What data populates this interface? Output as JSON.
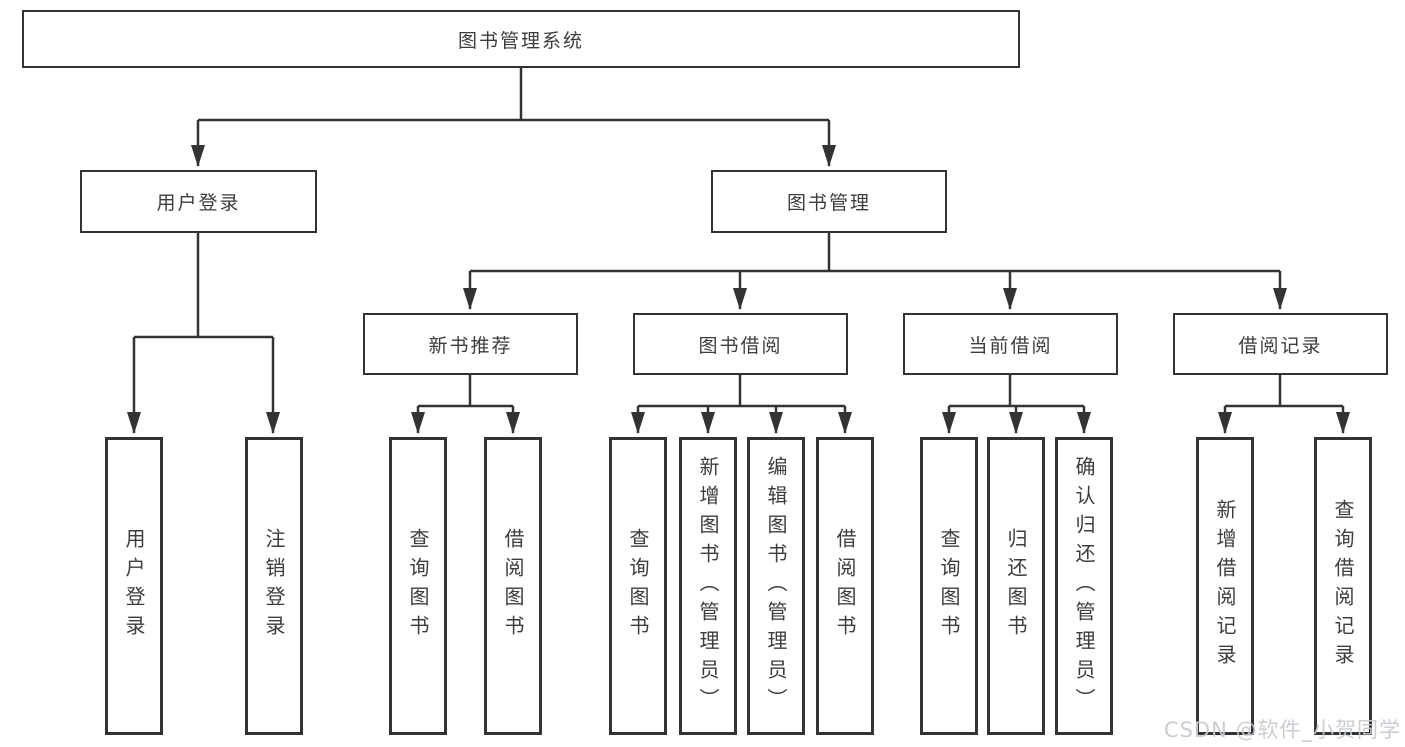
{
  "nodes": {
    "root": "图书管理系统",
    "user_login": "用户登录",
    "book_mgmt": "图书管理",
    "new_book_rec": "新书推荐",
    "book_borrow": "图书借阅",
    "current_borrow": "当前借阅",
    "borrow_records": "借阅记录",
    "leaf_user_login": "用户登录",
    "leaf_logout": "注销登录",
    "leaf_query_book_rec": "查询图书",
    "leaf_borrow_book_rec": "借阅图书",
    "leaf_query_book_borrow": "查询图书",
    "leaf_add_book": "新增图书（管理员）",
    "leaf_edit_book": "编辑图书（管理员）",
    "leaf_borrow_book_borrow": "借阅图书",
    "leaf_query_book_current": "查询图书",
    "leaf_return_book": "归还图书",
    "leaf_confirm_return": "确认归还（管理员）",
    "leaf_add_borrow_record": "新增借阅记录",
    "leaf_query_borrow_record": "查询借阅记录"
  },
  "watermark": "CSDN @软件_小贺同学",
  "colors": {
    "line": "#333333",
    "box_border": "#333333",
    "box_fill": "#ffffff",
    "text": "#3d3d3d",
    "watermark": "#c8ccd0",
    "background": "#ffffff"
  }
}
